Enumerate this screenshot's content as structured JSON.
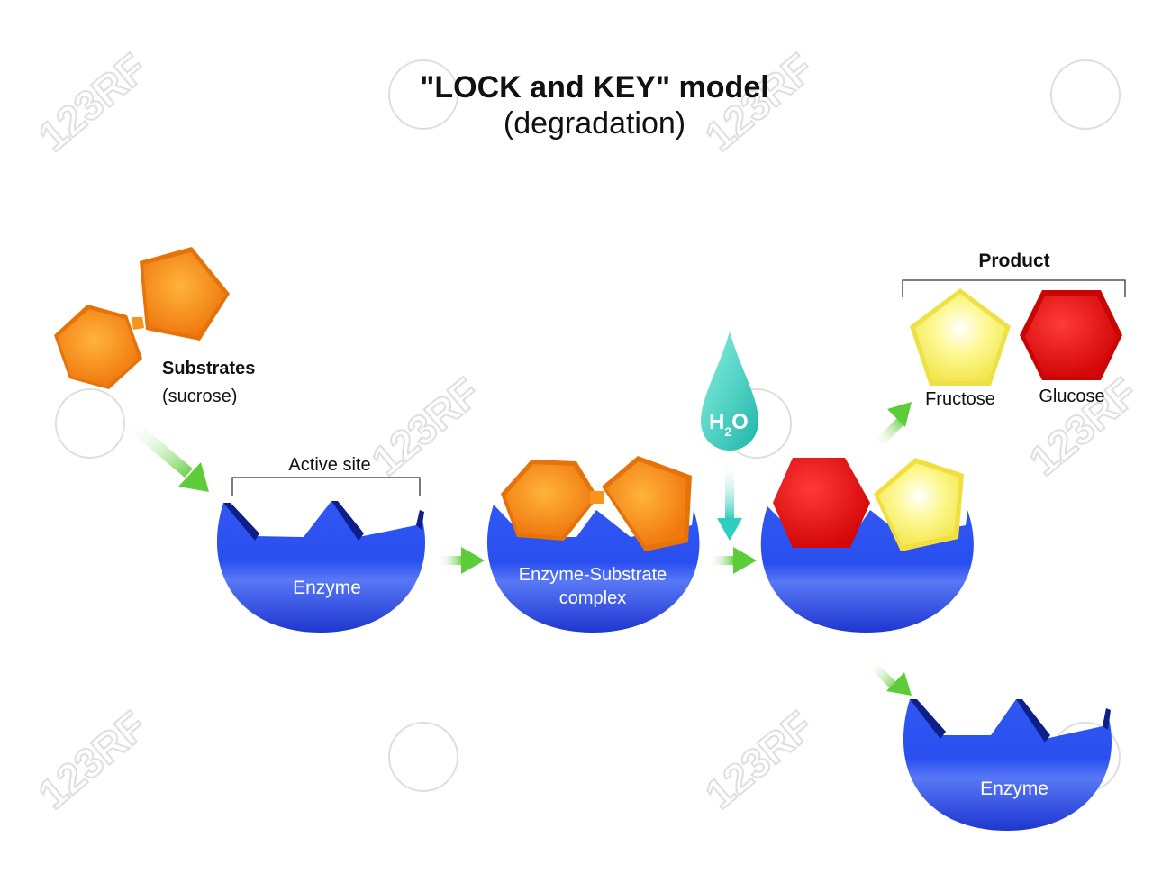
{
  "title": {
    "main": "\"LOCK and KEY\" model",
    "sub": "(degradation)"
  },
  "substrates": {
    "label": "Substrates",
    "sub": "(sucrose)"
  },
  "active_site_label": "Active site",
  "enzyme_label": "Enzyme",
  "complex_label": {
    "line1": "Enzyme-Substrate",
    "line2": "complex"
  },
  "water": {
    "h": "H",
    "sub": "2",
    "o": "O"
  },
  "product": {
    "label": "Product",
    "fructose": "Fructose",
    "glucose": "Glucose"
  },
  "enzyme_final_label": "Enzyme",
  "watermark": "123RF",
  "colors": {
    "enzyme": "#1f3fe0",
    "substrate": "#f7941d",
    "glucose": "#ee1111",
    "fructose": "#f8f060",
    "water": "#2fcfbf",
    "arrow": "#6ed34a"
  }
}
